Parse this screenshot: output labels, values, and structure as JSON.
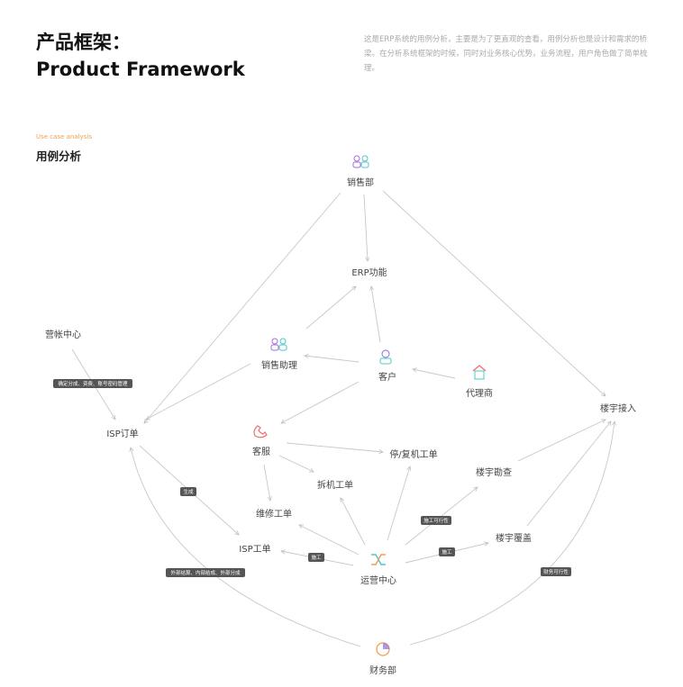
{
  "header": {
    "title_line1": "产品框架：",
    "title_line2": "Product Framework",
    "description": "这是ERP系统的用例分析，主要是为了更直观的查看，用例分析也是设计和需求的桥梁。在分析系统框架的时候，同时对业务核心优势，业务流程，用户角色做了简单梳理。"
  },
  "section": {
    "subtitle_en": "Use case analysis",
    "title": "用例分析"
  },
  "nodes": {
    "sales": "销售部",
    "erp": "ERP功能",
    "billing": "营帐中心",
    "sales_assist": "销售助理",
    "customer": "客户",
    "agent": "代理商",
    "building_access": "楼宇接入",
    "isp_order": "ISP订单",
    "service": "客服",
    "suspend": "停/复机工单",
    "survey": "楼宇勘查",
    "dismantle": "拆机工单",
    "repair": "维修工单",
    "coverage": "楼宇覆盖",
    "isp_work": "ISP工单",
    "ops": "运营中心",
    "finance": "财务部"
  },
  "edge_labels": {
    "billing_isp": "确定分成、资费、账号密码管理",
    "generate": "生成",
    "construct_isp": "施工",
    "feasibility": "施工可行性",
    "construct_cov": "施工",
    "finance_isp": "外部结算、内部结成、外部分成",
    "finance_feas": "财务可行性"
  },
  "icons": {
    "sales": "people-icon",
    "sales_assist": "people-icon",
    "customer": "user-icon",
    "agent": "house-icon",
    "service": "phone-icon",
    "ops": "shuffle-icon",
    "finance": "pie-chart-icon"
  }
}
